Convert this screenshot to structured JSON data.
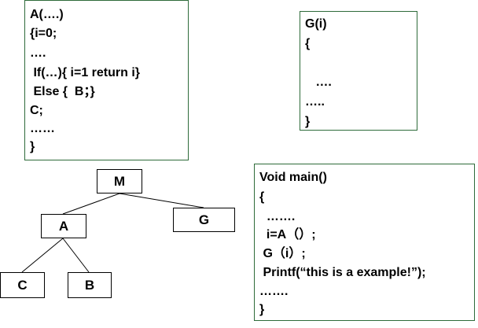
{
  "functionA": {
    "lines": [
      "A(….)",
      "{i=0;",
      "….",
      " If(…){ i=1 return i}",
      " Else {  B；}",
      "C;",
      "……",
      "}"
    ]
  },
  "functionG": {
    "lines": [
      "G(i)",
      "{",
      "",
      "   ….",
      "…..",
      "}"
    ]
  },
  "mainFunction": {
    "lines": [
      "Void main()",
      "{",
      "  …….",
      "  i=A（）;",
      " G（i）;",
      " Printf(“this is a example!”);",
      "…….",
      "}"
    ]
  },
  "callTree": {
    "nodes": [
      "M",
      "A",
      "G",
      "C",
      "B"
    ],
    "edges": [
      [
        "M",
        "A"
      ],
      [
        "M",
        "G"
      ],
      [
        "A",
        "C"
      ],
      [
        "A",
        "B"
      ]
    ],
    "colors": {
      "code_border": "#2e6b3a",
      "node_border": "#000000"
    }
  }
}
